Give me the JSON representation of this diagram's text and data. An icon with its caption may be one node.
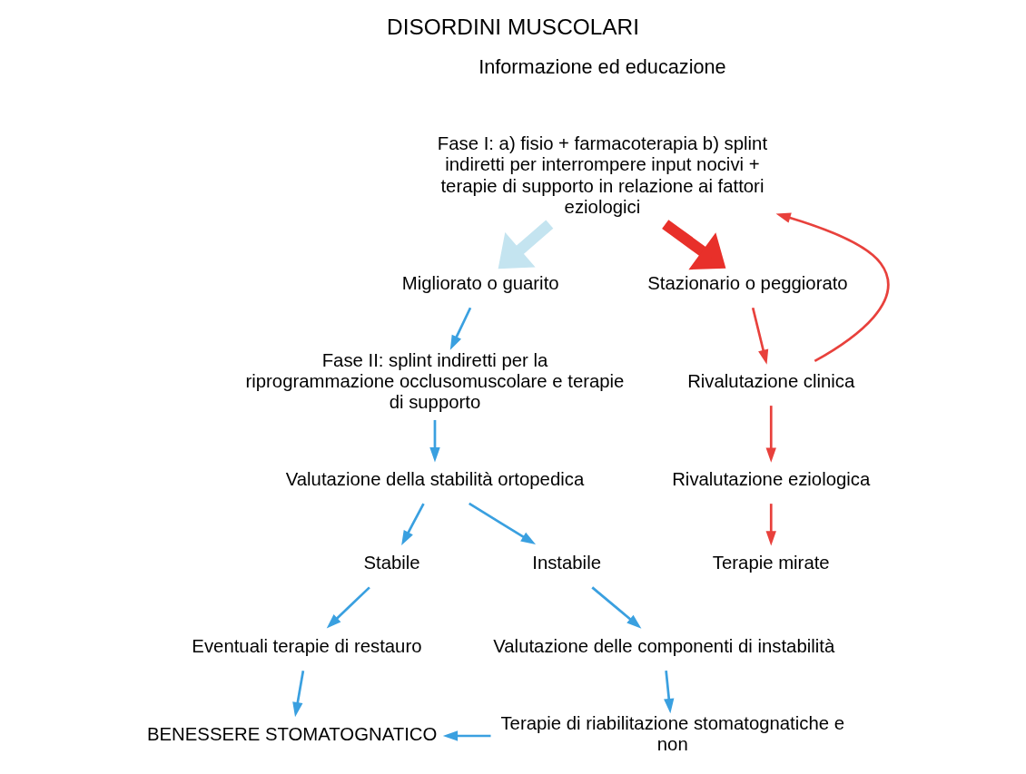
{
  "diagram": {
    "title": "DISORDINI MUSCOLARI",
    "nodes": [
      {
        "text": [
          "Fase I: a) fisio + farmacoterapia b) splint indiretti per interrompere input nocivi + terapie di supporto in relazione ai fattori eziologici"
        ]
      },
      {
        "text": [
          "Migliorato o guarito"
        ]
      },
      {
        "text": [
          "Stazionario o peggiorato"
        ]
      },
      {
        "text": [
          "Fase II: splint indiretti per la riprogrammazione occlusomuscolare e terapie di supporto"
        ]
      },
      {
        "text": [
          "Valutazione della stabilità ortopedica"
        ]
      },
      {
        "text": [
          "Stabile"
        ]
      },
      {
        "text": [
          "Instabile"
        ]
      },
      {
        "text": [
          "Eventuali terapie di restauro"
        ]
      },
      {
        "text": [
          "Valutazione delle componenti di instabilità"
        ]
      },
      {
        "text": [
          "BENESSERE STOMATOGNATICO"
        ]
      },
      {
        "text": [
          "Terapie di riabilitazione stomatognatiche e non"
        ]
      },
      {
        "text": [
          "Rivalutazione clinica"
        ]
      },
      {
        "text": [
          "Rivalutazione eziologica"
        ]
      },
      {
        "text": [
          "Terapie mirate"
        ]
      }
    ],
    "edges": [
      {
        "from": 0,
        "to": 1,
        "arrow": "to",
        "style": "thick",
        "color": "#c4e4f0"
      },
      {
        "from": 0,
        "to": 2,
        "arrow": "to",
        "style": "thick",
        "color": "#e8302a"
      },
      {
        "from": 1,
        "to": 3,
        "arrow": "to"
      },
      {
        "from": 3,
        "to": 4,
        "arrow": "to"
      },
      {
        "from": 4,
        "to": 5,
        "arrow": "to"
      },
      {
        "from": 4,
        "to": 6,
        "arrow": "to"
      },
      {
        "from": 5,
        "to": 7,
        "arrow": "to"
      },
      {
        "from": 6,
        "to": 8,
        "arrow": "to"
      },
      {
        "from": 7,
        "to": 9,
        "arrow": "to"
      },
      {
        "from": 8,
        "to": 10,
        "arrow": "to"
      },
      {
        "from": 10,
        "to": 9,
        "arrow": "to"
      },
      {
        "from": 2,
        "to": 11,
        "arrow": "to",
        "color": "#e8413c"
      },
      {
        "from": 11,
        "to": 0,
        "arrow": "to",
        "color": "#e8413c"
      },
      {
        "from": 11,
        "to": 12,
        "arrow": "to",
        "color": "#e8413c"
      },
      {
        "from": 12,
        "to": 13,
        "arrow": "to",
        "color": "#e8413c"
      }
    ],
    "labels": [
      "Informazione ed educazione"
    ]
  }
}
